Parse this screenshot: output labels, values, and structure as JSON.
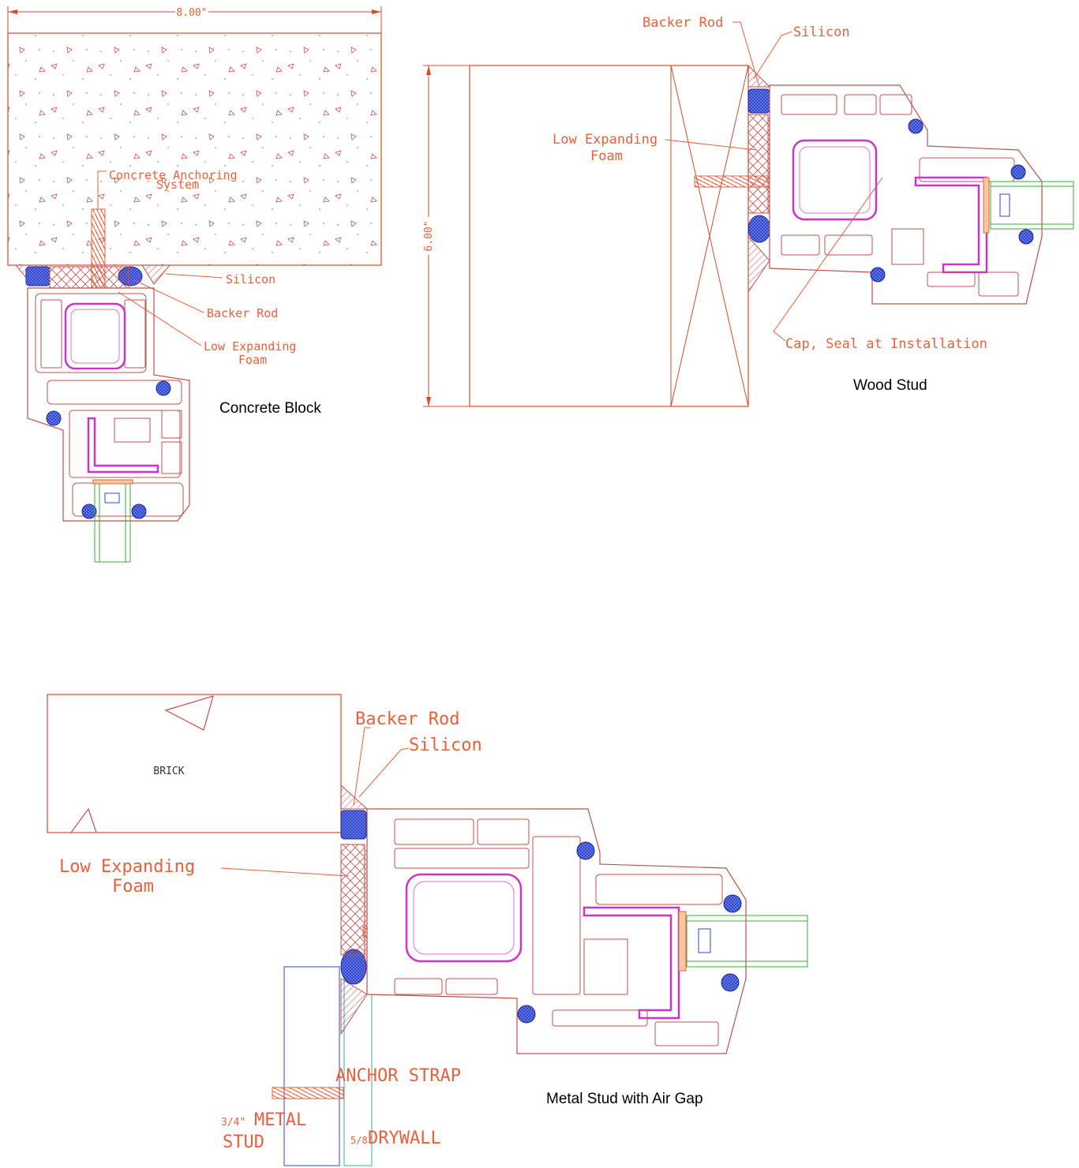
{
  "panels": {
    "concrete": {
      "caption": "Concrete Block",
      "dimension": "8.00\"",
      "labels": {
        "anchoring": "Concrete Anchoring",
        "anchoring2": "System",
        "silicon": "Silicon",
        "backer_rod": "Backer Rod",
        "foam1": "Low Expanding",
        "foam2": "Foam"
      }
    },
    "wood": {
      "caption": "Wood Stud",
      "dimension": "6.00\"",
      "labels": {
        "backer_rod": "Backer Rod",
        "silicon": "Silicon",
        "foam1": "Low Expanding",
        "foam2": "Foam",
        "cap_seal": "Cap, Seal at Installation"
      }
    },
    "metal": {
      "caption": "Metal Stud with Air Gap",
      "labels": {
        "brick": "BRICK",
        "backer_rod": "Backer Rod",
        "silicon": "Silicon",
        "foam1": "Low Expanding",
        "foam2": "Foam",
        "anchor_strap": "ANCHOR STRAP",
        "stud_frac": "3/4\"",
        "stud1": "METAL",
        "stud2": "STUD",
        "drywall_frac": "5/8\"",
        "drywall": "DRYWALL"
      }
    }
  },
  "colors": {
    "linework": "#d94a2a",
    "text": "#e8603c",
    "gasket": "#3348c8",
    "steel": "#cc33cc",
    "glass": "#33b033"
  }
}
